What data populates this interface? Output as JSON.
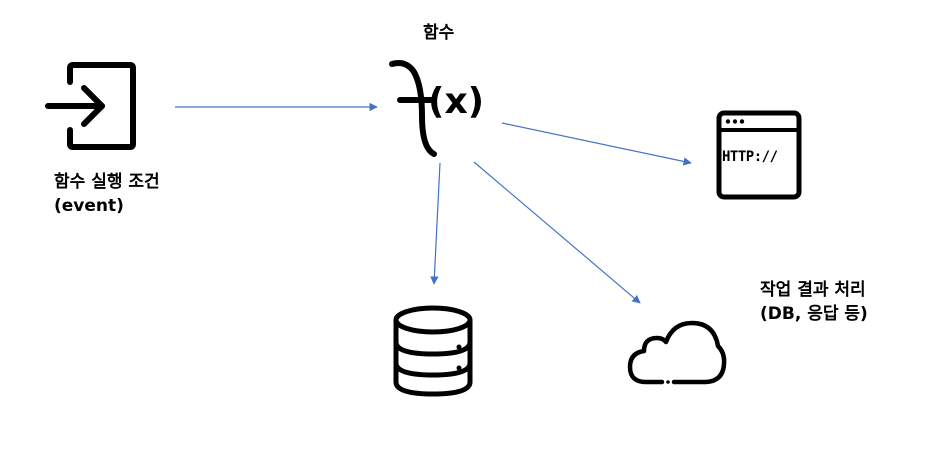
{
  "labels": {
    "function_title": "함수",
    "trigger_line1": "함수 실행 조건",
    "trigger_line2": "(event)",
    "result_line1": "작업 결과 처리",
    "result_line2": "(DB, 응답 등)",
    "http_text": "HTTP://",
    "fx_text": "(x)"
  },
  "icons": {
    "trigger": "login-icon",
    "function": "lambda-function-icon",
    "http": "http-browser-icon",
    "database": "database-icon",
    "cloud": "cloud-icon"
  },
  "colors": {
    "arrow": "#4472c4",
    "icon": "#000000"
  }
}
